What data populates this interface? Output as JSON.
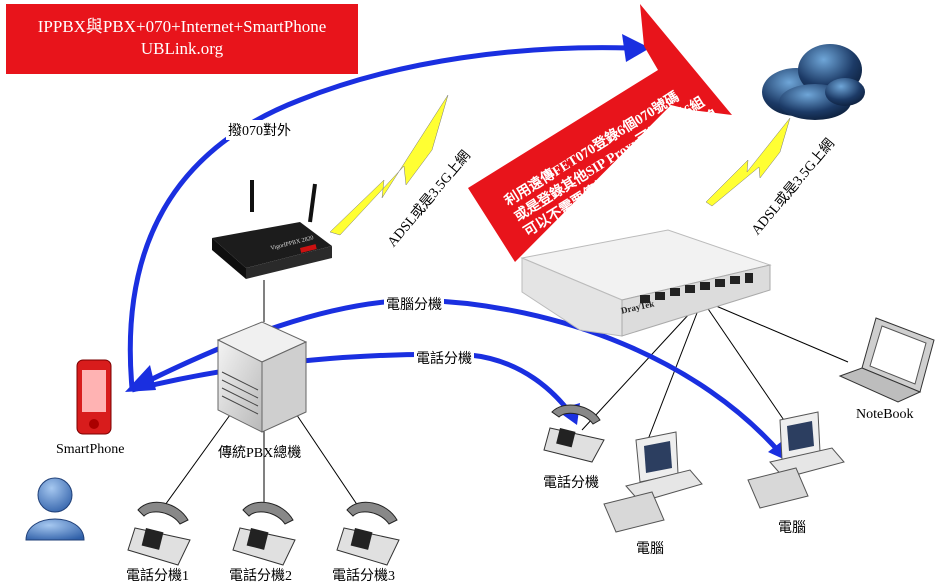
{
  "title": {
    "line1": "IPPBX與PBX+070+Internet+SmartPhone",
    "line2": "UBLink.org"
  },
  "banner": {
    "line1": "利用遠傳FET070登錄6個070號碼",
    "line2": "或是登錄其他SIP Proxy可以使用6組",
    "line3": "可以不需要傳統中華電信的FXO外線"
  },
  "labels": {
    "dial_070": "撥070對外",
    "adsl_left": "ADSL或是3.5G上網",
    "adsl_right": "ADSL或是3.5G上網",
    "pc_extension": "電腦分機",
    "phone_extension": "電話分機",
    "smartphone": "SmartPhone",
    "pbx": "傳統PBX總機",
    "ext1": "電話分機1",
    "ext2": "電話分機2",
    "ext3": "電話分機3",
    "phone_ext_right": "電話分機",
    "pc1": "電腦",
    "pc2": "電腦",
    "notebook": "NoteBook"
  },
  "device_text": {
    "router_brand": "DrayTek",
    "router_model": "VigorIPPBX 2820"
  },
  "colors": {
    "title_bg": "#e8141b",
    "arrow_blue": "#1a2fe0",
    "lightning": "#ffff00",
    "banner_red": "#e8141b"
  }
}
